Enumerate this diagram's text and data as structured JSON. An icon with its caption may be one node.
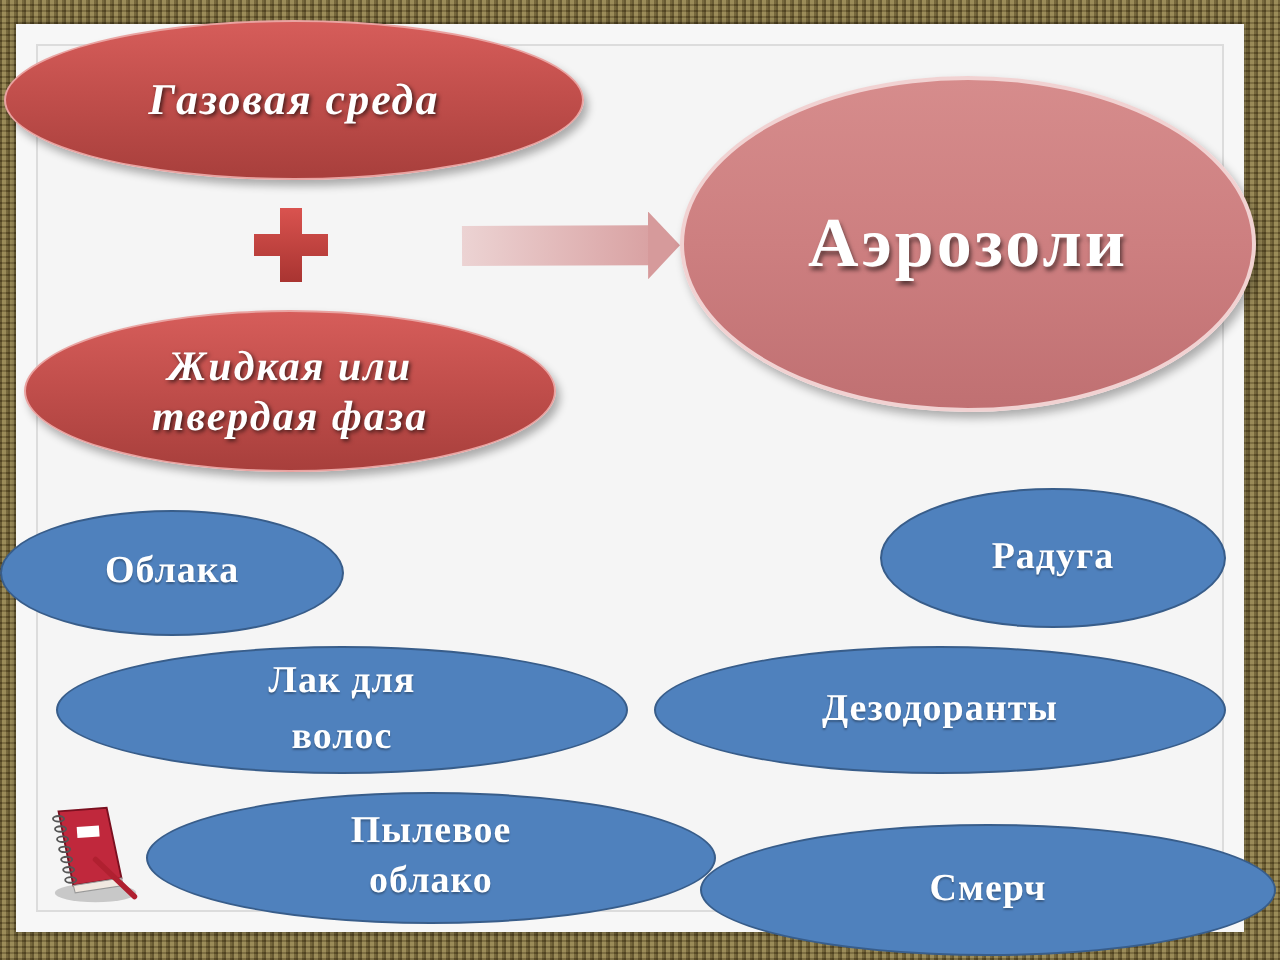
{
  "diagram": {
    "nodes": [
      {
        "text": [
          "Газовая среда"
        ]
      },
      {
        "text": [
          "Аэрозоли"
        ]
      },
      {
        "text": [
          "Жидкая или твердая фаза"
        ]
      },
      {
        "text": [
          "Облака"
        ]
      },
      {
        "text": [
          "Радуга"
        ]
      },
      {
        "text": [
          "Лак для волос"
        ]
      },
      {
        "text": [
          "Дезодоранты"
        ]
      },
      {
        "text": [
          "Пылевое облако"
        ]
      },
      {
        "text": [
          "Смерч"
        ]
      }
    ],
    "edges": [
      {
        "from": null,
        "to": 1,
        "arrow": "to",
        "style": "thick"
      }
    ]
  }
}
